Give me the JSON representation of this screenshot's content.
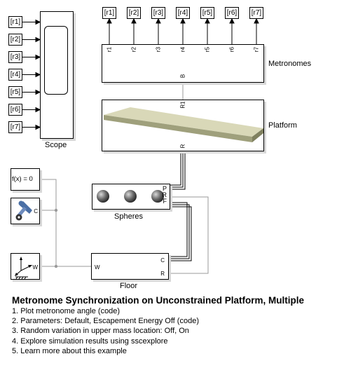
{
  "metronome_tags": [
    "[r1]",
    "[r2]",
    "[r3]",
    "[r4]",
    "[r5]",
    "[r6]",
    "[r7]"
  ],
  "scope_tags": [
    "[r1]",
    "[r2]",
    "[r3]",
    "[r4]",
    "[r5]",
    "[r6]",
    "[r7]"
  ],
  "blocks": {
    "scope": "Scope",
    "metronomes": "Metronomes",
    "platform": "Platform",
    "spheres": "Spheres",
    "floor": "Floor",
    "fx": "f(x) = 0"
  },
  "ports": {
    "metronome_outputs": [
      "r1",
      "r2",
      "r3",
      "r4",
      "r5",
      "r6",
      "r7"
    ],
    "metronome_b": "B",
    "platform_r1": "R1",
    "platform_r": "R",
    "spheres": [
      "P",
      "R",
      "F"
    ],
    "floor_w": "W",
    "floor_c": "C",
    "floor_r": "R",
    "config_c": "C",
    "world_w": "W"
  },
  "doc": {
    "title": "Metronome Synchronization on Unconstrained Platform, Multiple",
    "items": [
      "1. Plot metronome angle (code)",
      "2. Parameters: Default, Escapement Energy Off (code)",
      "3. Random variation in upper mass location: Off, On",
      "4. Explore simulation results using sscexplore",
      "5. Learn more about this example"
    ]
  },
  "colors": {
    "line": "#000000",
    "physical_line": "#9a9a9a",
    "platform_top": "#d9d8b8",
    "platform_front": "#9fa07c",
    "config_icon": "#4a6fa5"
  }
}
